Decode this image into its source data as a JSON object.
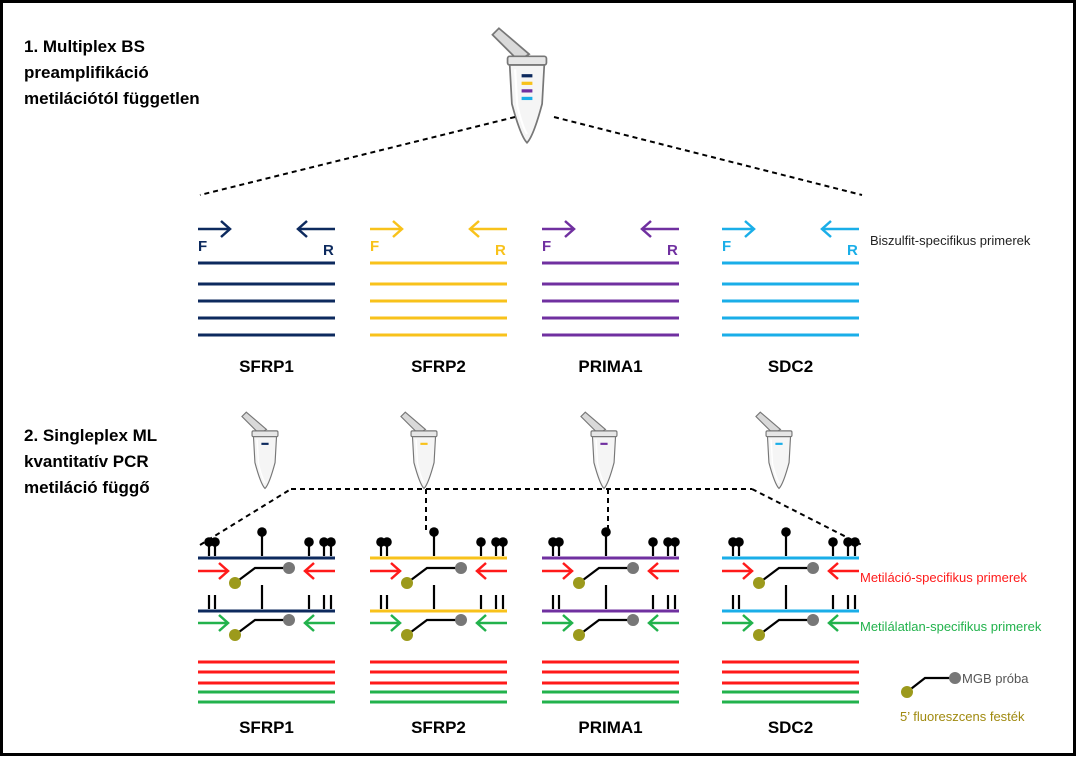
{
  "step1": {
    "lines": [
      "1. Multiplex BS",
      "preamplifikáció",
      "metilációtól független"
    ]
  },
  "step2": {
    "lines": [
      "2. Singleplex ML",
      "kvantitatív PCR",
      "metiláció függő"
    ]
  },
  "primer_labels": {
    "forward": "F",
    "reverse": "R"
  },
  "genes": [
    {
      "name": "SFRP1",
      "color": "#0d2a5e"
    },
    {
      "name": "SFRP2",
      "color": "#f8c21b"
    },
    {
      "name": "PRIMA1",
      "color": "#7030a0"
    },
    {
      "name": "SDC2",
      "color": "#1aaee8"
    }
  ],
  "labels": {
    "bisulfite_primers": "Biszulfit-specifikus primerek",
    "methylation_primers": "Metiláció-specifikus primerek",
    "unmethylated_primers": "Metilálatlan-specifikus primerek",
    "mgb_probe": "MGB próba",
    "fluorescent_dye": "5’ fluoreszcens festék"
  },
  "colors": {
    "methylated": "#ff1a1a",
    "unmethylated": "#22b24c",
    "probe": "#777777",
    "dye": "#9c9a1c",
    "dye_text": "#a08a10"
  },
  "icons": {
    "tube": "eppendorf-tube-icon",
    "methylated_cpg": "lollipop-icon",
    "unmethylated_cpg": "tick-icon",
    "probe": "mgb-probe-icon"
  }
}
